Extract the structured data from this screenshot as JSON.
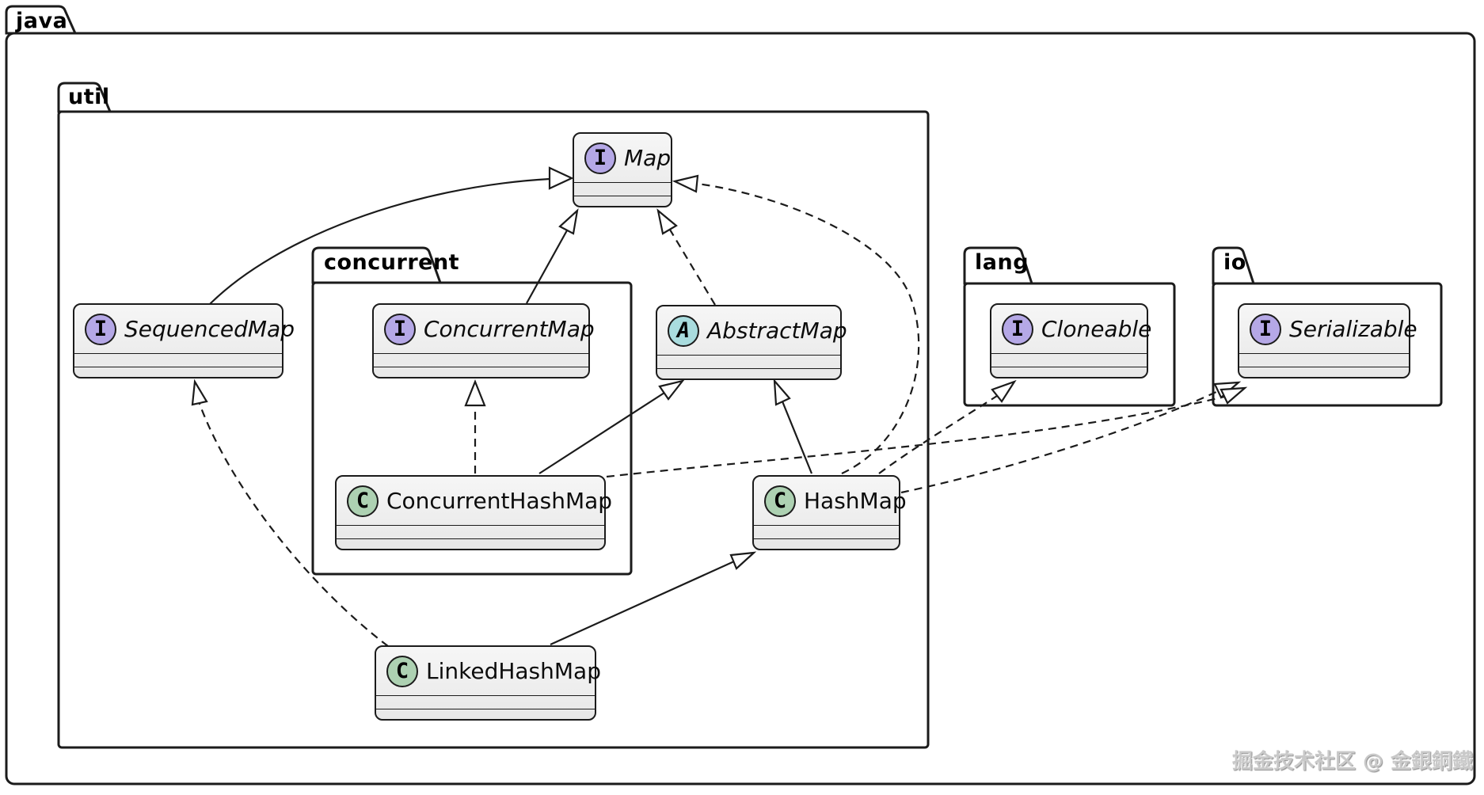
{
  "diagram_type": "uml-class-diagram",
  "packages": {
    "java": {
      "label": "java"
    },
    "util": {
      "label": "util"
    },
    "concurrent": {
      "label": "concurrent"
    },
    "lang": {
      "label": "lang"
    },
    "io": {
      "label": "io"
    }
  },
  "classes": {
    "map": {
      "name": "Map",
      "kind": "interface",
      "letter": "I",
      "icon": "interface-circle-icon",
      "package": "java.util"
    },
    "sequencedmap": {
      "name": "SequencedMap",
      "kind": "interface",
      "letter": "I",
      "icon": "interface-circle-icon",
      "package": "java.util"
    },
    "concurrentmap": {
      "name": "ConcurrentMap",
      "kind": "interface",
      "letter": "I",
      "icon": "interface-circle-icon",
      "package": "java.util.concurrent"
    },
    "abstractmap": {
      "name": "AbstractMap",
      "kind": "abstract",
      "letter": "A",
      "icon": "abstract-circle-icon",
      "package": "java.util"
    },
    "concurrenthashmap": {
      "name": "ConcurrentHashMap",
      "kind": "class",
      "letter": "C",
      "icon": "class-circle-icon",
      "package": "java.util.concurrent"
    },
    "hashmap": {
      "name": "HashMap",
      "kind": "class",
      "letter": "C",
      "icon": "class-circle-icon",
      "package": "java.util"
    },
    "linkedhashmap": {
      "name": "LinkedHashMap",
      "kind": "class",
      "letter": "C",
      "icon": "class-circle-icon",
      "package": "java.util"
    },
    "cloneable": {
      "name": "Cloneable",
      "kind": "interface",
      "letter": "I",
      "icon": "interface-circle-icon",
      "package": "java.lang"
    },
    "serializable": {
      "name": "Serializable",
      "kind": "interface",
      "letter": "I",
      "icon": "interface-circle-icon",
      "package": "java.io"
    }
  },
  "edges": [
    {
      "from": "SequencedMap",
      "to": "Map",
      "line": "solid",
      "head": "hollow-triangle"
    },
    {
      "from": "ConcurrentMap",
      "to": "Map",
      "line": "solid",
      "head": "hollow-triangle"
    },
    {
      "from": "AbstractMap",
      "to": "Map",
      "line": "dashed",
      "head": "hollow-triangle"
    },
    {
      "from": "HashMap",
      "to": "Map",
      "line": "dashed",
      "head": "hollow-triangle"
    },
    {
      "from": "ConcurrentHashMap",
      "to": "ConcurrentMap",
      "line": "dashed",
      "head": "hollow-triangle"
    },
    {
      "from": "ConcurrentHashMap",
      "to": "AbstractMap",
      "line": "solid",
      "head": "hollow-triangle"
    },
    {
      "from": "HashMap",
      "to": "AbstractMap",
      "line": "solid",
      "head": "hollow-triangle"
    },
    {
      "from": "LinkedHashMap",
      "to": "HashMap",
      "line": "solid",
      "head": "hollow-triangle"
    },
    {
      "from": "LinkedHashMap",
      "to": "SequencedMap",
      "line": "dashed",
      "head": "hollow-triangle"
    },
    {
      "from": "HashMap",
      "to": "Cloneable",
      "line": "dashed",
      "head": "hollow-triangle"
    },
    {
      "from": "HashMap",
      "to": "Serializable",
      "line": "dashed",
      "head": "hollow-triangle"
    },
    {
      "from": "ConcurrentHashMap",
      "to": "Serializable",
      "line": "dashed",
      "head": "hollow-triangle"
    }
  ],
  "colors": {
    "interface_icon": "#b5a8e6",
    "abstract_icon": "#a9dcde",
    "class_icon": "#add1b2",
    "box_fill": "#efefef",
    "line": "#1b1b1b",
    "background": "#ffffff"
  },
  "watermark": "掘金技术社区 @ 金銀銅鐵"
}
